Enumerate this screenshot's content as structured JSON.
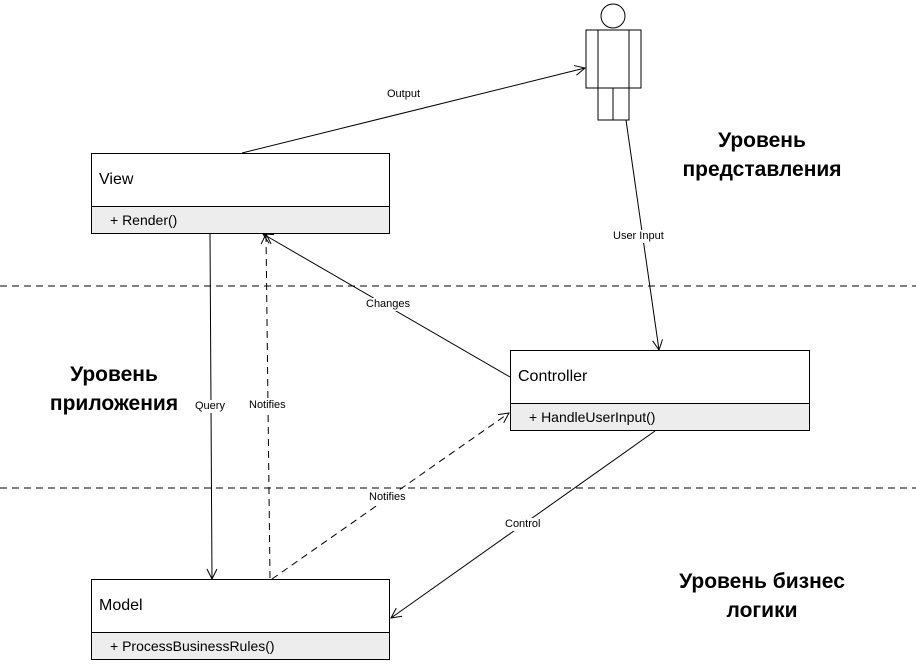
{
  "classes": {
    "view": {
      "name": "View",
      "operation": "+ Render()"
    },
    "controller": {
      "name": "Controller",
      "operation": "+ HandleUserInput()"
    },
    "model": {
      "name": "Model",
      "operation": "+ ProcessBusinessRules()"
    }
  },
  "edges": {
    "output": "Output",
    "user_input": "User Input",
    "changes": "Changes",
    "query": "Query",
    "notifies_view": "Notifies",
    "notifies_controller": "Notifies",
    "control": "Control"
  },
  "layers": {
    "presentation": [
      "Уровень",
      "представления"
    ],
    "application": [
      "Уровень",
      "приложения"
    ],
    "business": [
      "Уровень бизнес",
      "логики"
    ]
  }
}
